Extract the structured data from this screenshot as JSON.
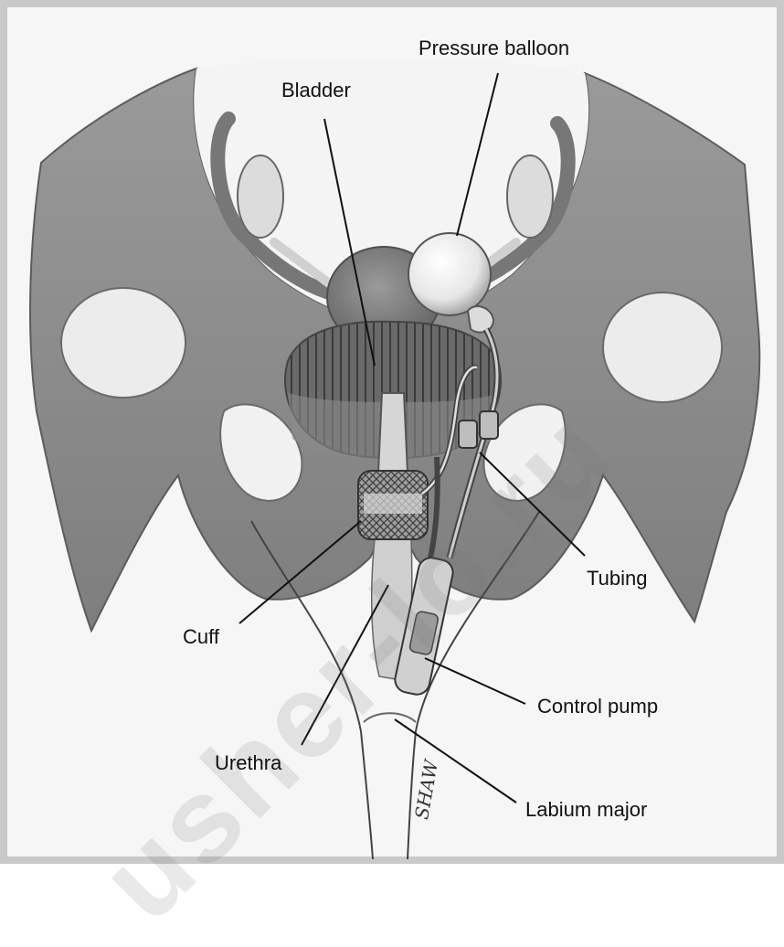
{
  "diagram": {
    "labels": {
      "pressure_balloon": "Pressure balloon",
      "bladder": "Bladder",
      "tubing": "Tubing",
      "cuff": "Cuff",
      "control_pump": "Control pump",
      "urethra": "Urethra",
      "labium_major": "Labium major"
    },
    "watermark": "usher-lo.ru",
    "signature": "SHAW"
  },
  "colors": {
    "bone": "#8f8f8f",
    "bone_light": "#e8e8e8",
    "tissue": "#9c9c9c",
    "organ_dark": "#6f6f6f",
    "line": "#111111"
  }
}
